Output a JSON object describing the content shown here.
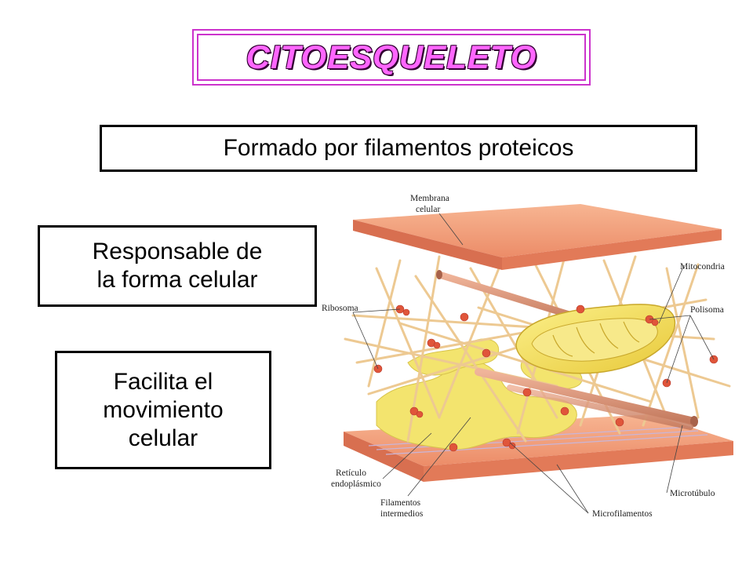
{
  "title": "CITOESQUELETO",
  "statements": {
    "top": "Formado por filamentos proteicos",
    "shape": "Responsable de\nla forma celular",
    "movement": "Facilita el\nmovimiento\ncelular"
  },
  "diagram_labels": {
    "membrana": [
      "Membrana",
      "celular"
    ],
    "mitocondria": "Mitocondria",
    "ribosoma": "Ribosoma",
    "polisoma": "Polisoma",
    "reticulo": [
      "Retículo",
      "endoplásmico"
    ],
    "filamentos": [
      "Filamentos",
      "intermedios"
    ],
    "microtubulo": "Microtúbulo",
    "microfilamentos": "Microfilamentos"
  },
  "colors": {
    "title_fill": "#ff66ff",
    "title_border": "#cc33cc",
    "membrane": "#f4a07a",
    "filament": "#f2d29a",
    "er": "#f2e36a",
    "ribosome": "#e0553a",
    "microtubule": "#d9967a"
  }
}
